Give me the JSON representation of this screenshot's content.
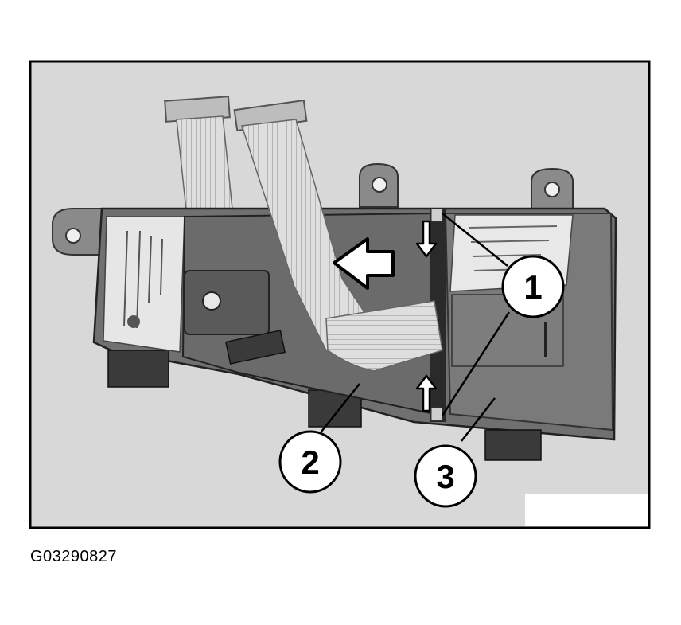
{
  "figure": {
    "id_code": "G03290827",
    "callouts": [
      "1",
      "2",
      "3"
    ]
  },
  "colors": {
    "photo_background": "#d9d9d9",
    "frame": "#000000",
    "housing": "#6f6f6f",
    "label_sticker": "#e6e6e6",
    "ribbon_cable": "#dcdcdc"
  }
}
